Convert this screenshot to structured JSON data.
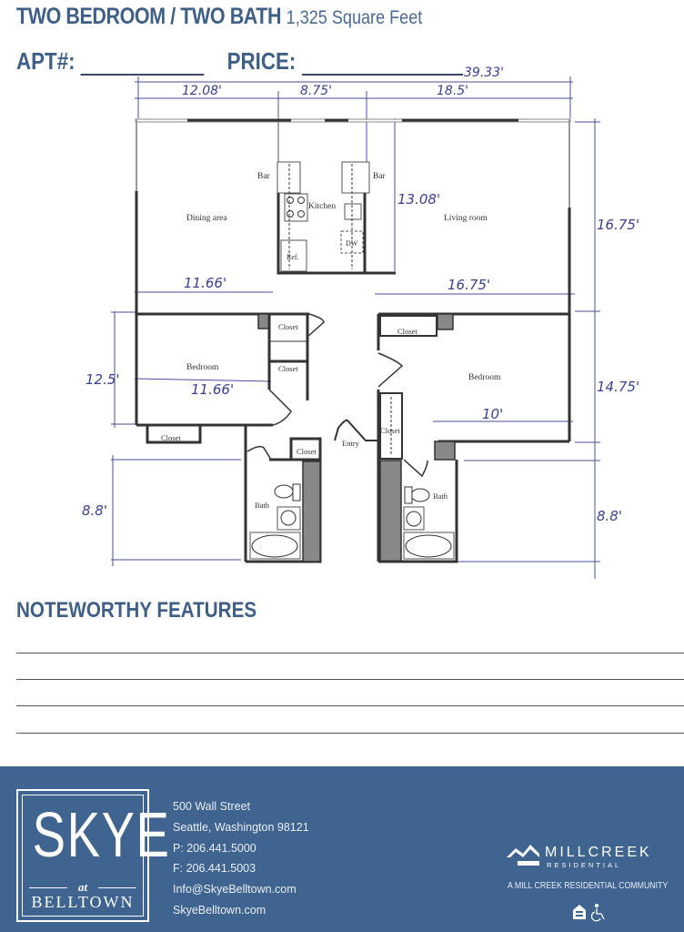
{
  "header": {
    "title": "TWO BEDROOM / TWO BATH",
    "square_feet": "1,325 Square Feet",
    "apt_label": "APT#:",
    "apt_value": "",
    "price_label": "PRICE:",
    "price_value": ""
  },
  "floorplan": {
    "overall_width": "39.33'",
    "top_dims": [
      "12.08'",
      "8.75'",
      "18.5'"
    ],
    "living_depth": "13.08'",
    "right_dims": [
      "16.75'",
      "14.75'",
      "8.8'"
    ],
    "left_dims": [
      "12.5'",
      "8.8'"
    ],
    "dining_width": "11.66'",
    "living_width": "16.75'",
    "bedroom1_width": "11.66'",
    "bedroom2_width": "10'",
    "rooms": {
      "dining": "Dining area",
      "kitchen": "Kitchen",
      "bar_left": "Bar",
      "bar_right": "Bar",
      "ref": "Ref.",
      "dw": "DW",
      "living": "Living room",
      "bedroom1": "Bedroom",
      "bedroom2": "Bedroom",
      "closet": "Closet",
      "entry": "Entry",
      "bath": "Bath"
    }
  },
  "features": {
    "title": "NOTEWORTHY FEATURES",
    "lines": [
      "",
      "",
      "",
      ""
    ]
  },
  "footer": {
    "background": "#3f648f",
    "logo": {
      "main": "SKYE",
      "at": "at",
      "sub": "BELLTOWN"
    },
    "contact": {
      "address1": "500 Wall Street",
      "address2": "Seattle, Washington  98121",
      "phone": "P: 206.441.5000",
      "fax": "F: 206.441.5003",
      "email": "Info@SkyeBelltown.com",
      "website": "SkyeBelltown.com"
    },
    "brand": {
      "name": "MILLCREEK",
      "sub": "RESIDENTIAL",
      "tagline": "A MILL CREEK RESIDENTIAL COMMUNITY"
    },
    "icons": [
      "equal-housing-icon",
      "wheelchair-accessible-icon"
    ]
  }
}
